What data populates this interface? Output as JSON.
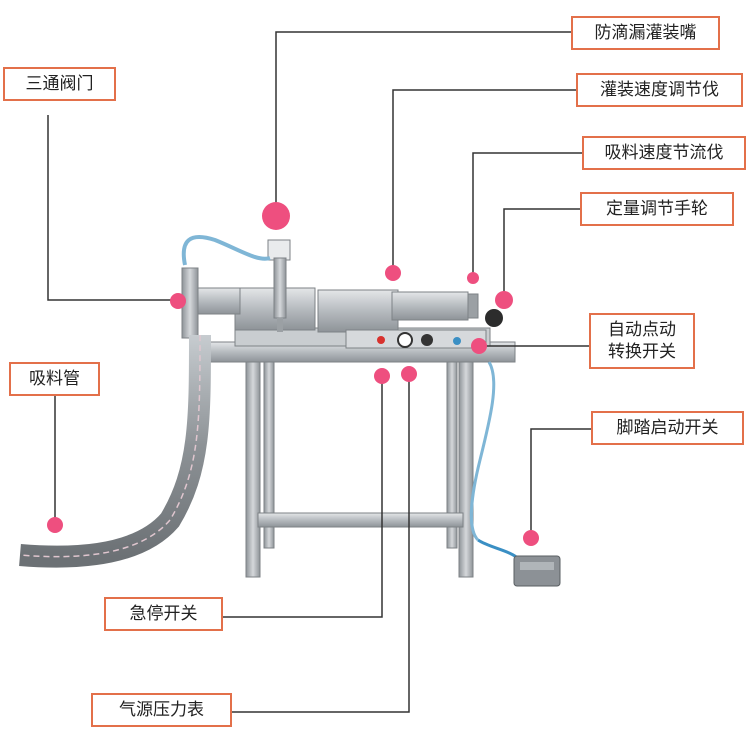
{
  "labels": {
    "filling_nozzle": "防滴漏灌装嘴",
    "three_way_valve": "三通阀门",
    "filling_speed": "灌装速度调节伐",
    "suction_speed": "吸料速度节流伐",
    "volume_wheel": "定量调节手轮",
    "auto_switch_line1": "自动点动",
    "auto_switch_line2": "转换开关",
    "suction_pipe": "吸料管",
    "foot_pedal": "脚踏启动开关",
    "emergency_stop": "急停开关",
    "air_gauge": "气源压力表"
  },
  "colors": {
    "label_border": "#e3704a",
    "marker": "#ee4f7f",
    "leader_line": "#333333",
    "steel": "#b7bcc0",
    "hose": "#8a8f93"
  }
}
